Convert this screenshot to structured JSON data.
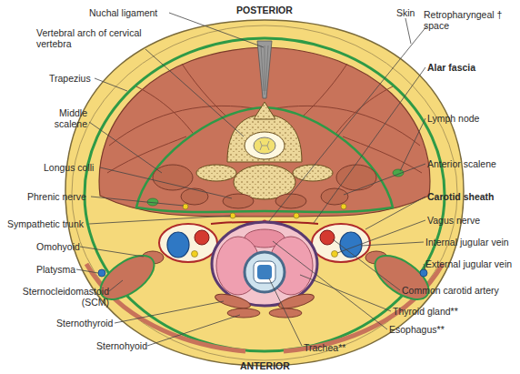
{
  "diagram": {
    "labels": [
      "Nuchal ligament",
      "POSTERIOR",
      "Skin",
      "Vertebral arch of cervical vertebra",
      "Retropharyngeal † space",
      "Trapezius",
      "Alar fascia",
      "Middle scalene",
      "Lymph node",
      "Longus colli",
      "Anterior scalene",
      "Phrenic nerve",
      "Carotid sheath",
      "Sympathetic trunk",
      "Vagus nerve",
      "Omohyoid",
      "Internal jugular vein",
      "Platysma",
      "External jugular vein",
      "Sternocleidomastoid (SCM)",
      "Common carotid artery",
      "Thyroid gland**",
      "Sternothyroid",
      "Esophagus**",
      "Sternohyoid",
      "Trachea**",
      "ANTERIOR"
    ]
  }
}
